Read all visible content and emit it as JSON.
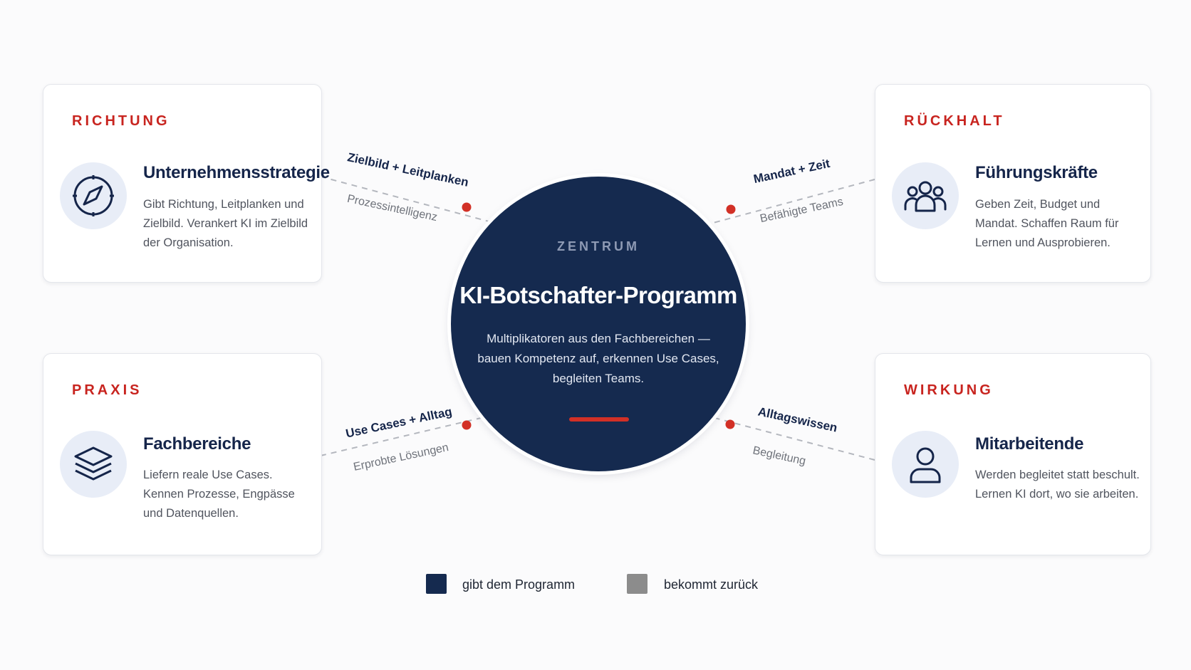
{
  "hub": {
    "kicker": "ZENTRUM",
    "title": "KI-Botschafter-Programm",
    "description": "Multiplikatoren aus den Fachbereichen — bauen Kompetenz auf, erkennen Use Cases, begleiten Teams."
  },
  "cards": {
    "richtung": {
      "kicker": "RICHTUNG",
      "icon": "compass-icon",
      "title": "Unternehmensstrategie",
      "description": "Gibt Richtung, Leitplanken und Zielbild. Verankert KI im Zielbild der Organisation."
    },
    "rueckhalt": {
      "kicker": "RÜCKHALT",
      "icon": "group-icon",
      "title": "Führungskräfte",
      "description": "Geben Zeit, Budget und Mandat. Schaffen Raum für Lernen und Ausprobieren."
    },
    "praxis": {
      "kicker": "PRAXIS",
      "icon": "layers-icon",
      "title": "Fachbereiche",
      "description": "Liefern reale Use Cases. Kennen Prozesse, Engpässe und Datenquellen."
    },
    "wirkung": {
      "kicker": "WIRKUNG",
      "icon": "user-icon",
      "title": "Mitarbeitende",
      "description": "Werden begleitet statt beschult. Lernen KI dort, wo sie arbeiten."
    }
  },
  "connectors": {
    "richtung": {
      "gives": "Zielbild + Leitplanken",
      "gets": "Prozessintelligenz"
    },
    "rueckhalt": {
      "gives": "Mandat + Zeit",
      "gets": "Befähigte Teams"
    },
    "praxis": {
      "gives": "Use Cases + Alltag",
      "gets": "Erprobte Lösungen"
    },
    "wirkung": {
      "gives": "Alltagswissen",
      "gets": "Begleitung"
    }
  },
  "legend": {
    "gives_label": "gibt dem Programm",
    "gets_label": "bekommt zurück"
  },
  "colors": {
    "navy": "#152a4f",
    "accent_red": "#c8241f",
    "legend_gives": "#152a4f",
    "legend_gets": "#8c8c8c"
  }
}
